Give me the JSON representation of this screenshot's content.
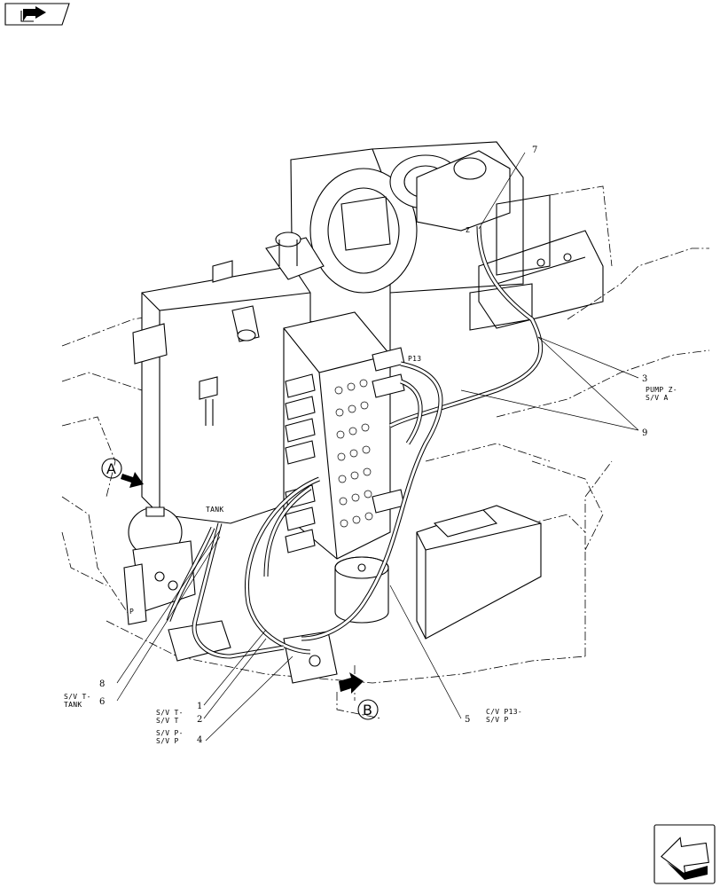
{
  "views": {
    "a_letter": "A",
    "b_letter": "B"
  },
  "ports": {
    "tank": "TANK",
    "p13": "P13",
    "z": "Z",
    "p": "P"
  },
  "callouts": [
    {
      "num": "1",
      "line1": "S/V T-",
      "line2": ""
    },
    {
      "num": "2",
      "line1": "",
      "line2": "S/V T"
    },
    {
      "num": "3",
      "line1": "PUMP Z-",
      "line2": "S/V A"
    },
    {
      "num": "4",
      "line1": "S/V P-",
      "line2": "S/V P"
    },
    {
      "num": "5",
      "line1": "C/V P13-",
      "line2": "S/V P"
    },
    {
      "num": "6",
      "line1": "",
      "line2": "TANK"
    },
    {
      "num": "7",
      "line1": "",
      "line2": ""
    },
    {
      "num": "8",
      "line1": "S/V T-",
      "line2": ""
    },
    {
      "num": "9",
      "line1": "",
      "line2": ""
    }
  ],
  "icons": {
    "top_left": "book-arrow-icon",
    "bottom_right": "navigation-arrow-icon"
  }
}
